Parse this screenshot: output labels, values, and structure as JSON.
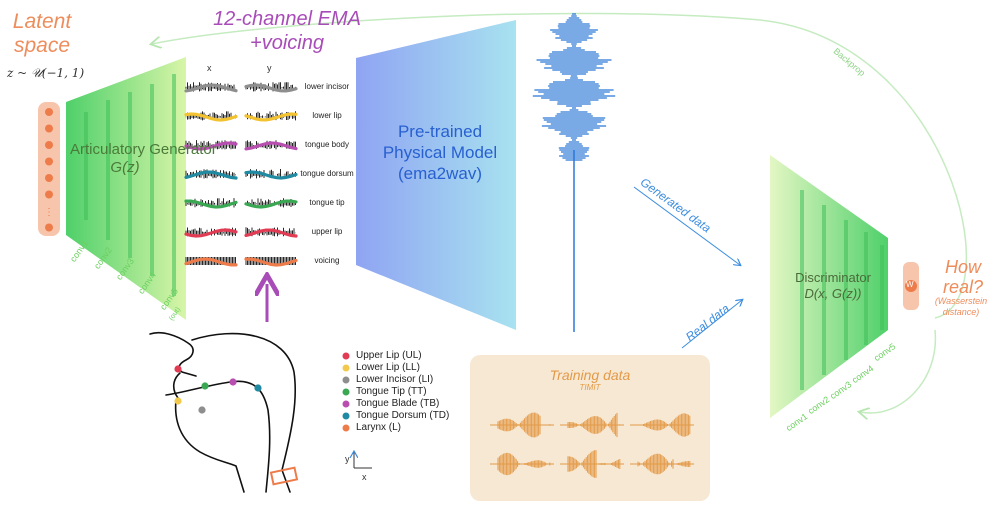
{
  "latent": {
    "title": "Latent space",
    "distribution": "z ~ 𝒰(−1, 1)",
    "node_icons": [
      "z-node-icon",
      "z-node-icon",
      "z-node-icon",
      "z-node-icon",
      "z-node-icon",
      "z-node-icon",
      "ellipsis-icon",
      "z-node-icon"
    ]
  },
  "generator": {
    "name": "Articulatory Generator",
    "func": "G(z)",
    "conv_labels": [
      "conv1",
      "conv2",
      "conv3",
      "conv4",
      "conv5"
    ],
    "conv5_sub": "(out)"
  },
  "ema": {
    "title": "12-channel EMA +voicing",
    "x_header": "x",
    "y_header": "y",
    "channels": [
      {
        "label": "lower incisor",
        "color": "#8e8e8e"
      },
      {
        "label": "lower lip",
        "color": "#f2c230"
      },
      {
        "label": "tongue body",
        "color": "#b84fb0"
      },
      {
        "label": "tongue dorsum",
        "color": "#1f8aa2"
      },
      {
        "label": "tongue tip",
        "color": "#3aa853"
      },
      {
        "label": "upper lip",
        "color": "#e23c54"
      },
      {
        "label": "voicing",
        "color": "#ee7c4a"
      }
    ]
  },
  "legend": [
    {
      "label": "Upper Lip (UL)",
      "color": "#e23c54"
    },
    {
      "label": "Lower Lip (LL)",
      "color": "#f2c94c"
    },
    {
      "label": "Lower Incisor (LI)",
      "color": "#8e8e8e"
    },
    {
      "label": "Tongue Tip (TT)",
      "color": "#3aa853"
    },
    {
      "label": "Tongue Blade (TB)",
      "color": "#b84fb0"
    },
    {
      "label": "Tongue Dorsum (TD)",
      "color": "#1f8aa2"
    },
    {
      "label": "Larynx (L)",
      "color": "#ee7c4a"
    }
  ],
  "axes_icon": {
    "y": "y",
    "x": "x"
  },
  "physical_model": {
    "name": "Pre-trained Physical Model (ema2wav)"
  },
  "arrows": {
    "generated": "Generated data",
    "real": "Real data",
    "backprop": "Backprop"
  },
  "discriminator": {
    "name": "Discriminator",
    "func": "D(x, G(z))",
    "conv_labels": [
      "conv1",
      "conv2",
      "conv3",
      "conv4",
      "conv5"
    ],
    "output_node": "W"
  },
  "evaluation": {
    "question": "How real?",
    "note": "(Wasserstein distance)"
  },
  "training": {
    "title": "Training data",
    "subtitle": "TIMIT"
  },
  "colors": {
    "latent": "#ee8d5c",
    "generator_green": "#8fe07a",
    "ema_purple": "#a84cb8",
    "model_blue": "#3d78e0",
    "model_cyan": "#a6dff0",
    "wave_blue": "#2a78d8",
    "training_bg": "#f7e8d4",
    "training_wave": "#e39a48",
    "backprop_green": "#c5ebc0"
  }
}
